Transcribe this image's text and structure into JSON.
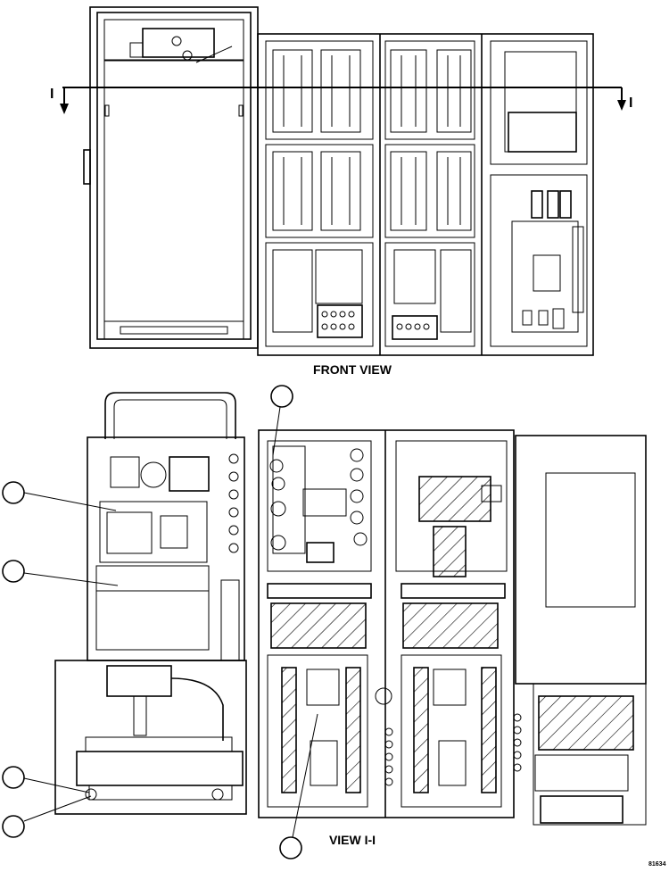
{
  "front_view_label": "FRONT VIEW",
  "section_view_label": "VIEW I-I",
  "section_marker_left": "I",
  "section_marker_right": "I",
  "drawing_number": "81634",
  "callouts": [
    "",
    "",
    "",
    "",
    ""
  ]
}
